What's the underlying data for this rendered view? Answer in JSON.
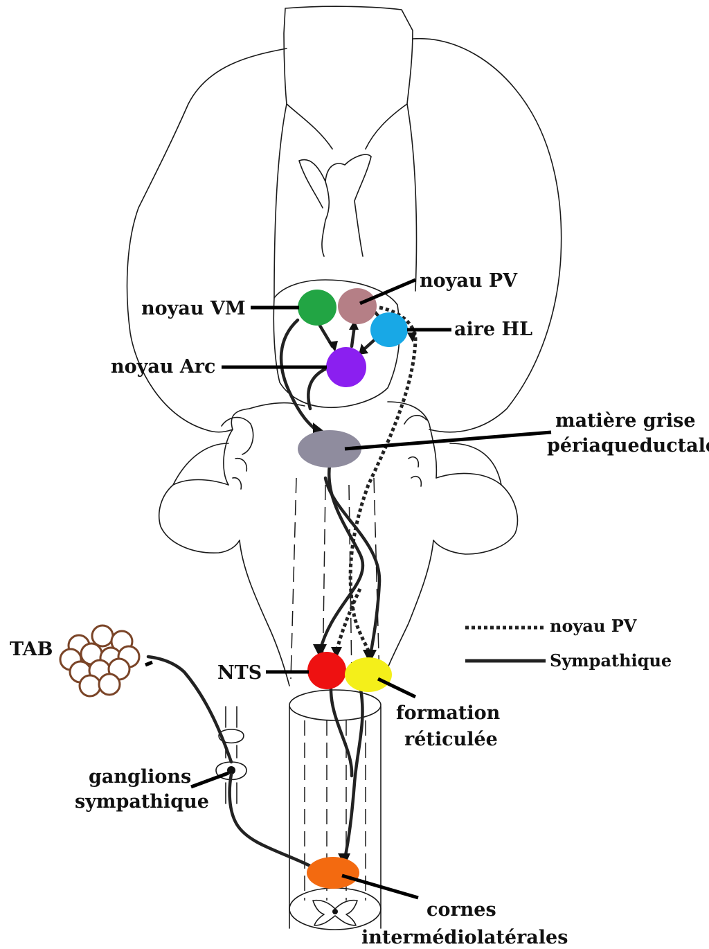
{
  "colors": {
    "vm": "#22a544",
    "pv": "#b57f86",
    "hl": "#18a8e6",
    "arc": "#8b1ff0",
    "pag": "#8f8c9e",
    "nts": "#ee1111",
    "fr": "#f4ef1a",
    "iml": "#f36a10",
    "tab": "#7a4427"
  },
  "labels": {
    "noyau_pv": "noyau PV",
    "noyau_vm": "noyau VM",
    "aire_hl": "aire HL",
    "noyau_arc": "noyau Arc",
    "pag_line1": "matière grise",
    "pag_line2": "périaqueductale",
    "nts": "NTS",
    "tab": "TAB",
    "fr_line1": "formation",
    "fr_line2": "réticulée",
    "ganglions_line1": "ganglions",
    "ganglions_line2": "sympathique",
    "cornes_line1": "cornes",
    "cornes_line2": "intermédiolatérales"
  },
  "legend": {
    "pv": "noyau PV",
    "sympathique": "Sympathique"
  }
}
